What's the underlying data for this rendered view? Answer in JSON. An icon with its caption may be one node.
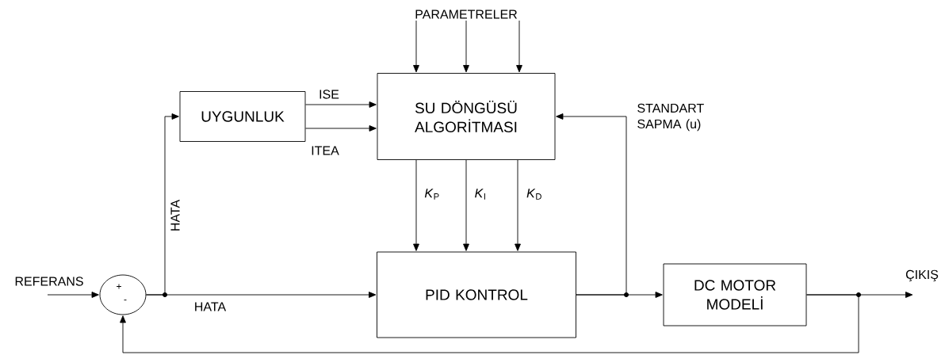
{
  "diagram": {
    "nodes": [
      {
        "text": [
          "+",
          "-"
        ]
      },
      {
        "text": [
          "UYGUNLUK"
        ]
      },
      {
        "text": [
          "SU DÖNGÜSÜ ALGORİTMASI"
        ]
      },
      {
        "text": [
          "PARAMETRELER"
        ]
      },
      {
        "text": [
          "PID KONTROL"
        ]
      },
      {
        "text": [
          "DC MOTOR MODELİ"
        ]
      }
    ],
    "edges": [
      {
        "from": null,
        "to": 0,
        "arrow": "to",
        "label": "REFERANS"
      },
      {
        "from": 0,
        "to": 4,
        "arrow": "to",
        "label": "HATA"
      },
      {
        "from": 0,
        "to": 1,
        "arrow": "to",
        "label": "HATA"
      },
      {
        "from": 1,
        "to": 2,
        "arrow": "to",
        "label": "ISE"
      },
      {
        "from": 1,
        "to": 2,
        "arrow": "to",
        "label": "ITEA"
      },
      {
        "from": 3,
        "to": 2,
        "arrow": "to"
      },
      {
        "from": 3,
        "to": 2,
        "arrow": "to"
      },
      {
        "from": 3,
        "to": 2,
        "arrow": "to"
      },
      {
        "from": 2,
        "to": 4,
        "arrow": "to",
        "label": "*K*$_{P}$"
      },
      {
        "from": 2,
        "to": 4,
        "arrow": "to",
        "label": "*K*$_{I}$"
      },
      {
        "from": 2,
        "to": 4,
        "arrow": "to",
        "label": "*K*$_{D}$"
      },
      {
        "from": 4,
        "to": 5,
        "arrow": "to"
      },
      {
        "from": 4,
        "to": 2,
        "arrow": "to",
        "label": "STANDART SAPMA (u)"
      },
      {
        "from": 5,
        "to": null,
        "arrow": "to",
        "label": "ÇIKIŞ"
      },
      {
        "from": 5,
        "to": 0,
        "arrow": "to"
      }
    ]
  }
}
